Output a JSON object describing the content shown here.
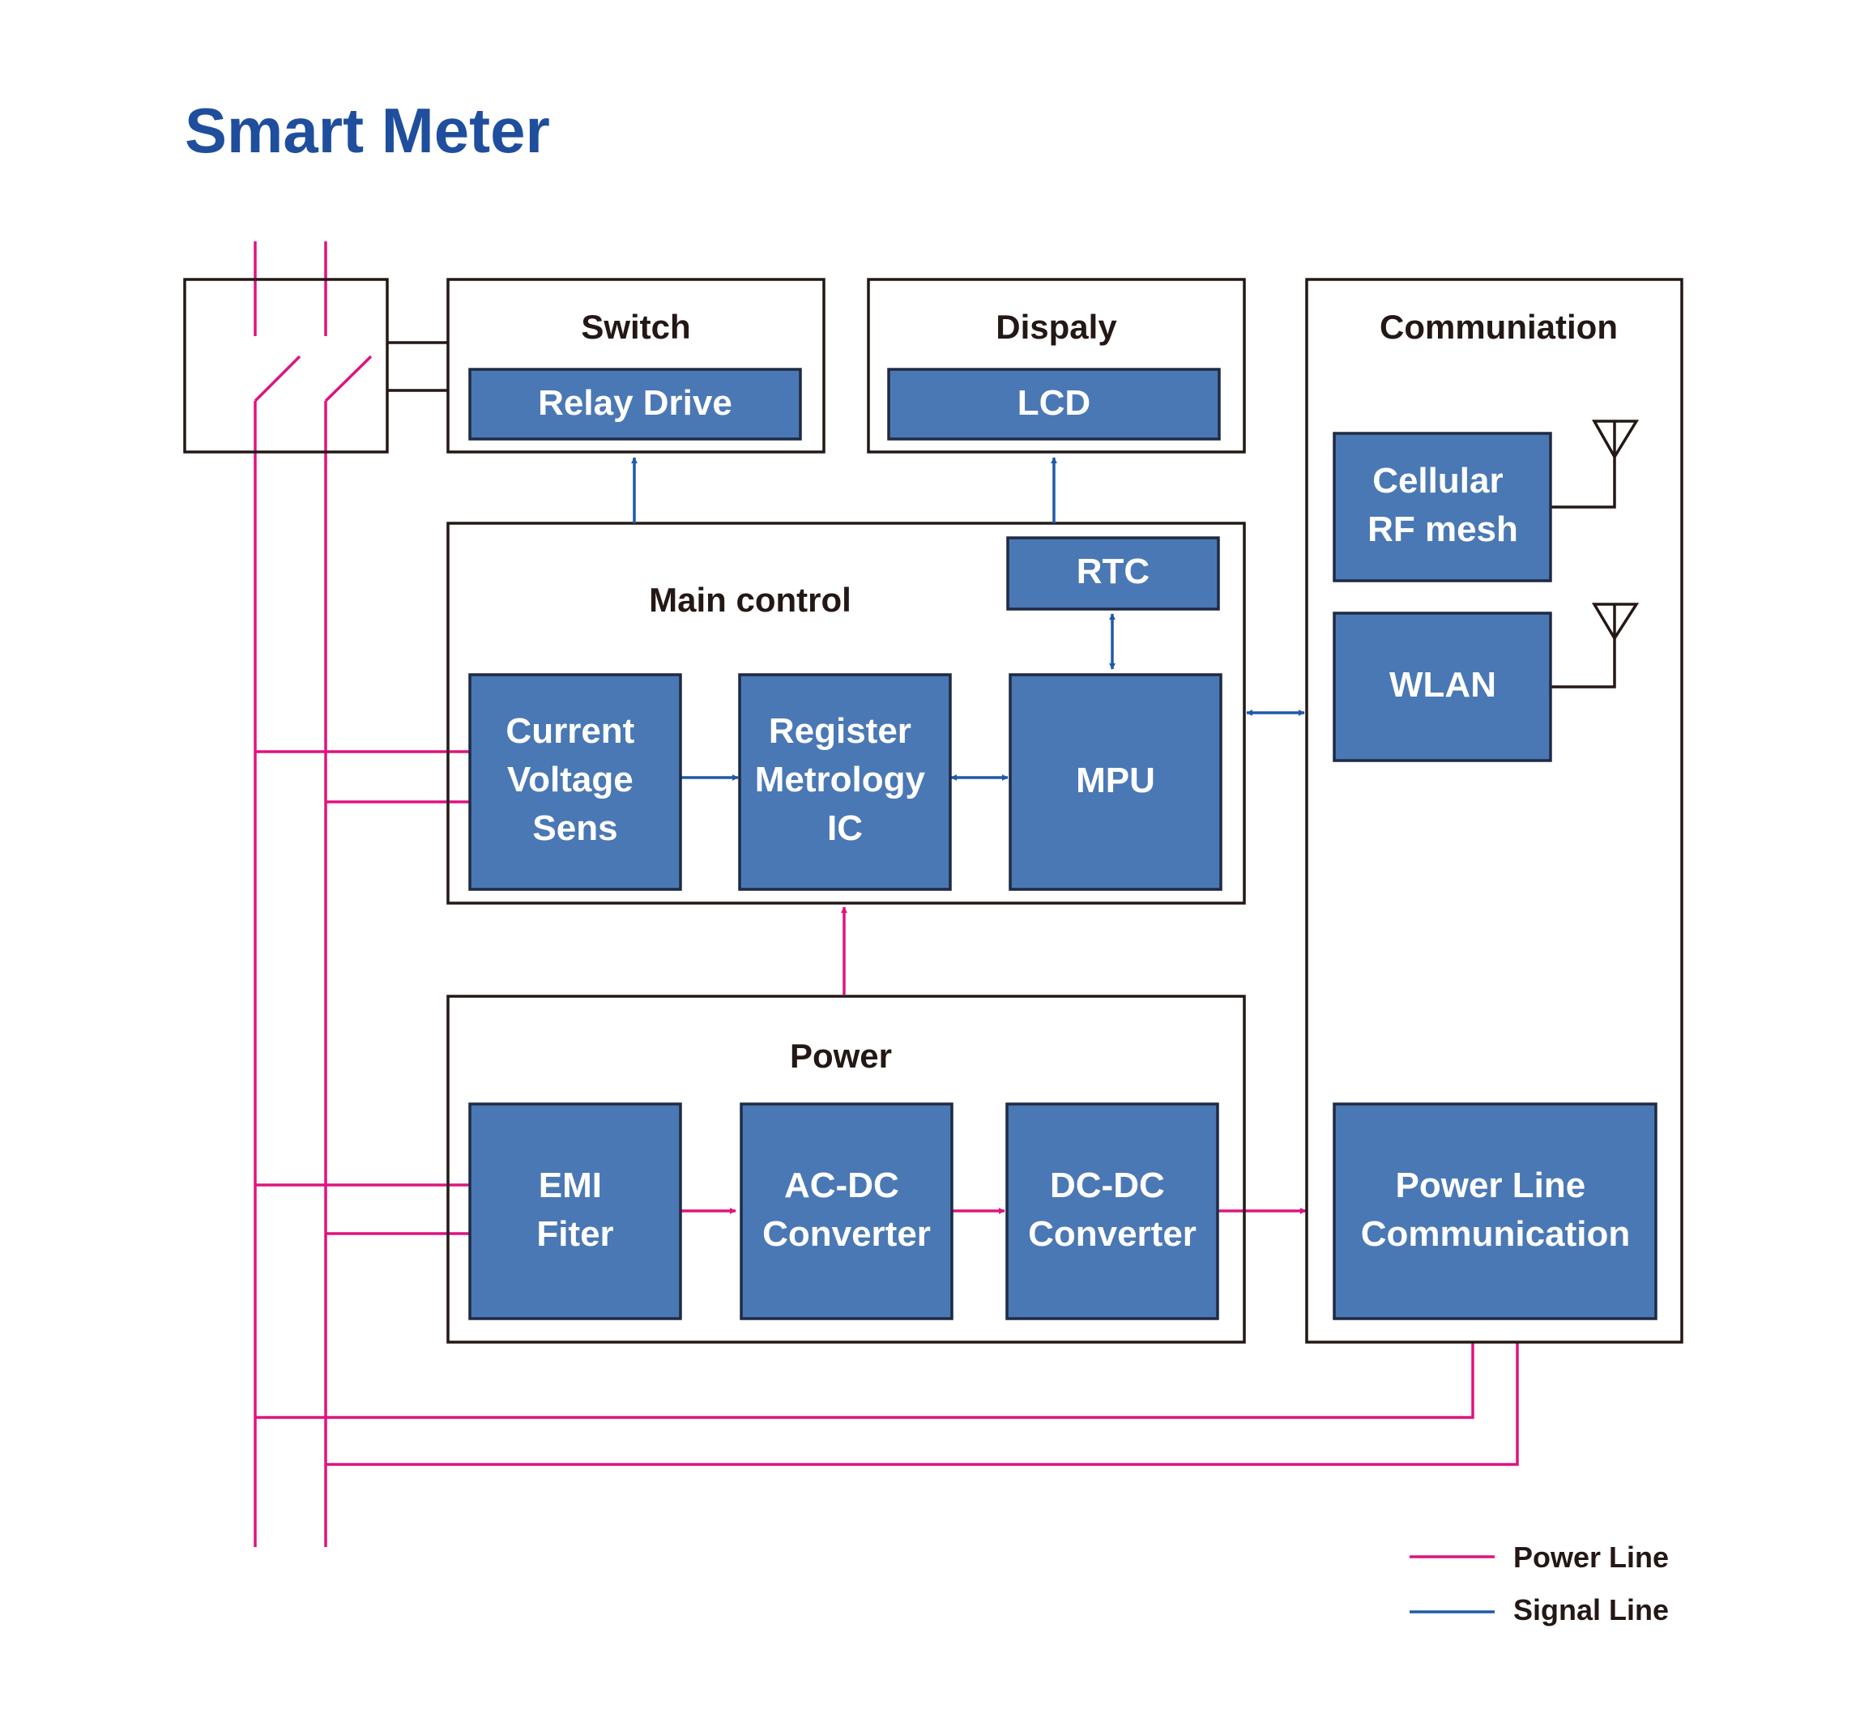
{
  "title": "Smart Meter",
  "colors": {
    "title": "#1f4e9c",
    "block_fill": "#4a78b4",
    "power_line": "#e0137f",
    "signal_line": "#1f5aa6",
    "frame": "#231815"
  },
  "groups": {
    "switch": "Switch",
    "display": "Dispaly",
    "communication": "Communiation",
    "main_control": "Main control",
    "power": "Power"
  },
  "blocks": {
    "relay_drive": [
      "Relay Drive"
    ],
    "lcd": [
      "LCD"
    ],
    "rtc": [
      "RTC"
    ],
    "cellular": [
      "Cellular",
      "RF mesh"
    ],
    "wlan": [
      "WLAN"
    ],
    "current_sens": [
      "Current",
      "Voltage",
      "Sens"
    ],
    "register_ic": [
      "Register",
      "Metrology",
      "IC"
    ],
    "mpu": [
      "MPU"
    ],
    "emi_filter": [
      "EMI",
      "Fiter"
    ],
    "ac_dc": [
      "AC-DC",
      "Converter"
    ],
    "dc_dc": [
      "DC-DC",
      "Converter"
    ],
    "plc": [
      "Power Line",
      "Communication"
    ]
  },
  "legend": {
    "power_line": "Power Line",
    "signal_line": "Signal Line"
  }
}
